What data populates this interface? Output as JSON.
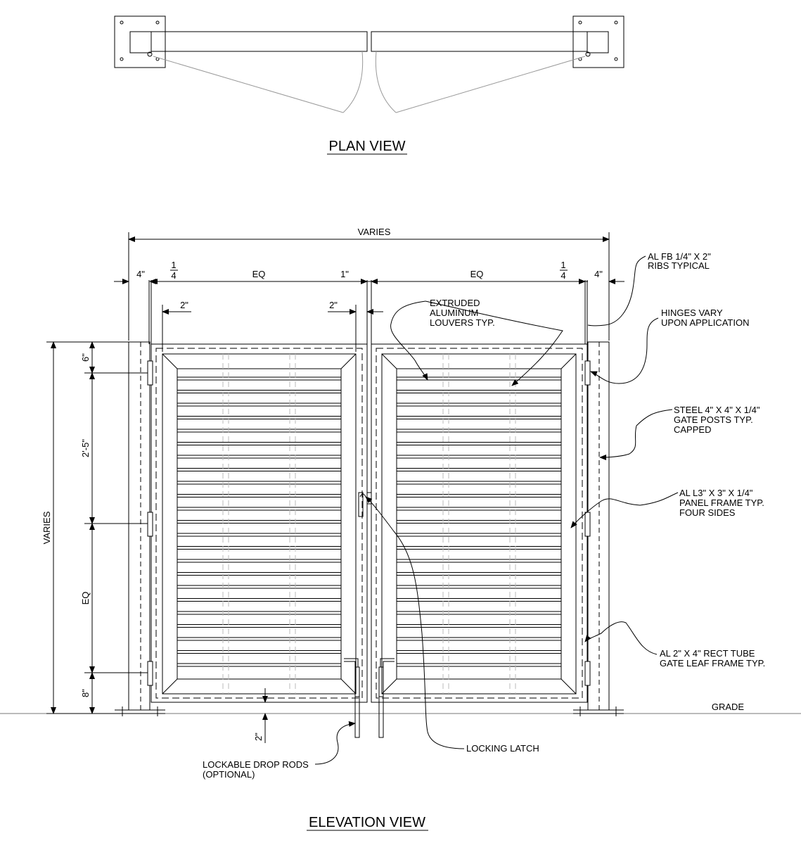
{
  "plan": {
    "title": "PLAN VIEW"
  },
  "elevation": {
    "title": "ELEVATION VIEW",
    "dims": {
      "overall_width": "VARIES",
      "post_left": "4\"",
      "post_right": "4\"",
      "gap_left_num": "1",
      "gap_left_den": "4",
      "gap_right_num": "1",
      "gap_right_den": "4",
      "leaf_left": "EQ",
      "leaf_right": "EQ",
      "center_gap": "1\"",
      "frame_left": "2\"",
      "frame_right": "2\"",
      "overall_height": "VARIES",
      "hinge_top": "6\"",
      "hinge_upper": "2'-5\"",
      "hinge_lower": "EQ",
      "hinge_bottom": "8\"",
      "ground_clearance": "2\""
    },
    "grade_label": "GRADE",
    "callouts": {
      "ribs": [
        "AL FB 1/4\" X 2\"",
        "RIBS TYPICAL"
      ],
      "hinges": [
        "HINGES VARY",
        "UPON APPLICATION"
      ],
      "louvers": [
        "EXTRUDED",
        "ALUMINUM",
        "LOUVERS TYP."
      ],
      "posts": [
        "STEEL 4\" X 4\" X 1/4\"",
        "GATE POSTS TYP.",
        "CAPPED"
      ],
      "panel_frame": [
        "AL L3\" X 3\" X 1/4\"",
        "PANEL FRAME TYP.",
        "FOUR SIDES"
      ],
      "leaf_frame": [
        "AL 2\" X 4\" RECT TUBE",
        "GATE LEAF FRAME TYP."
      ],
      "latch": [
        "LOCKING LATCH"
      ],
      "drop_rods": [
        "LOCKABLE DROP RODS",
        "(OPTIONAL)"
      ]
    }
  }
}
